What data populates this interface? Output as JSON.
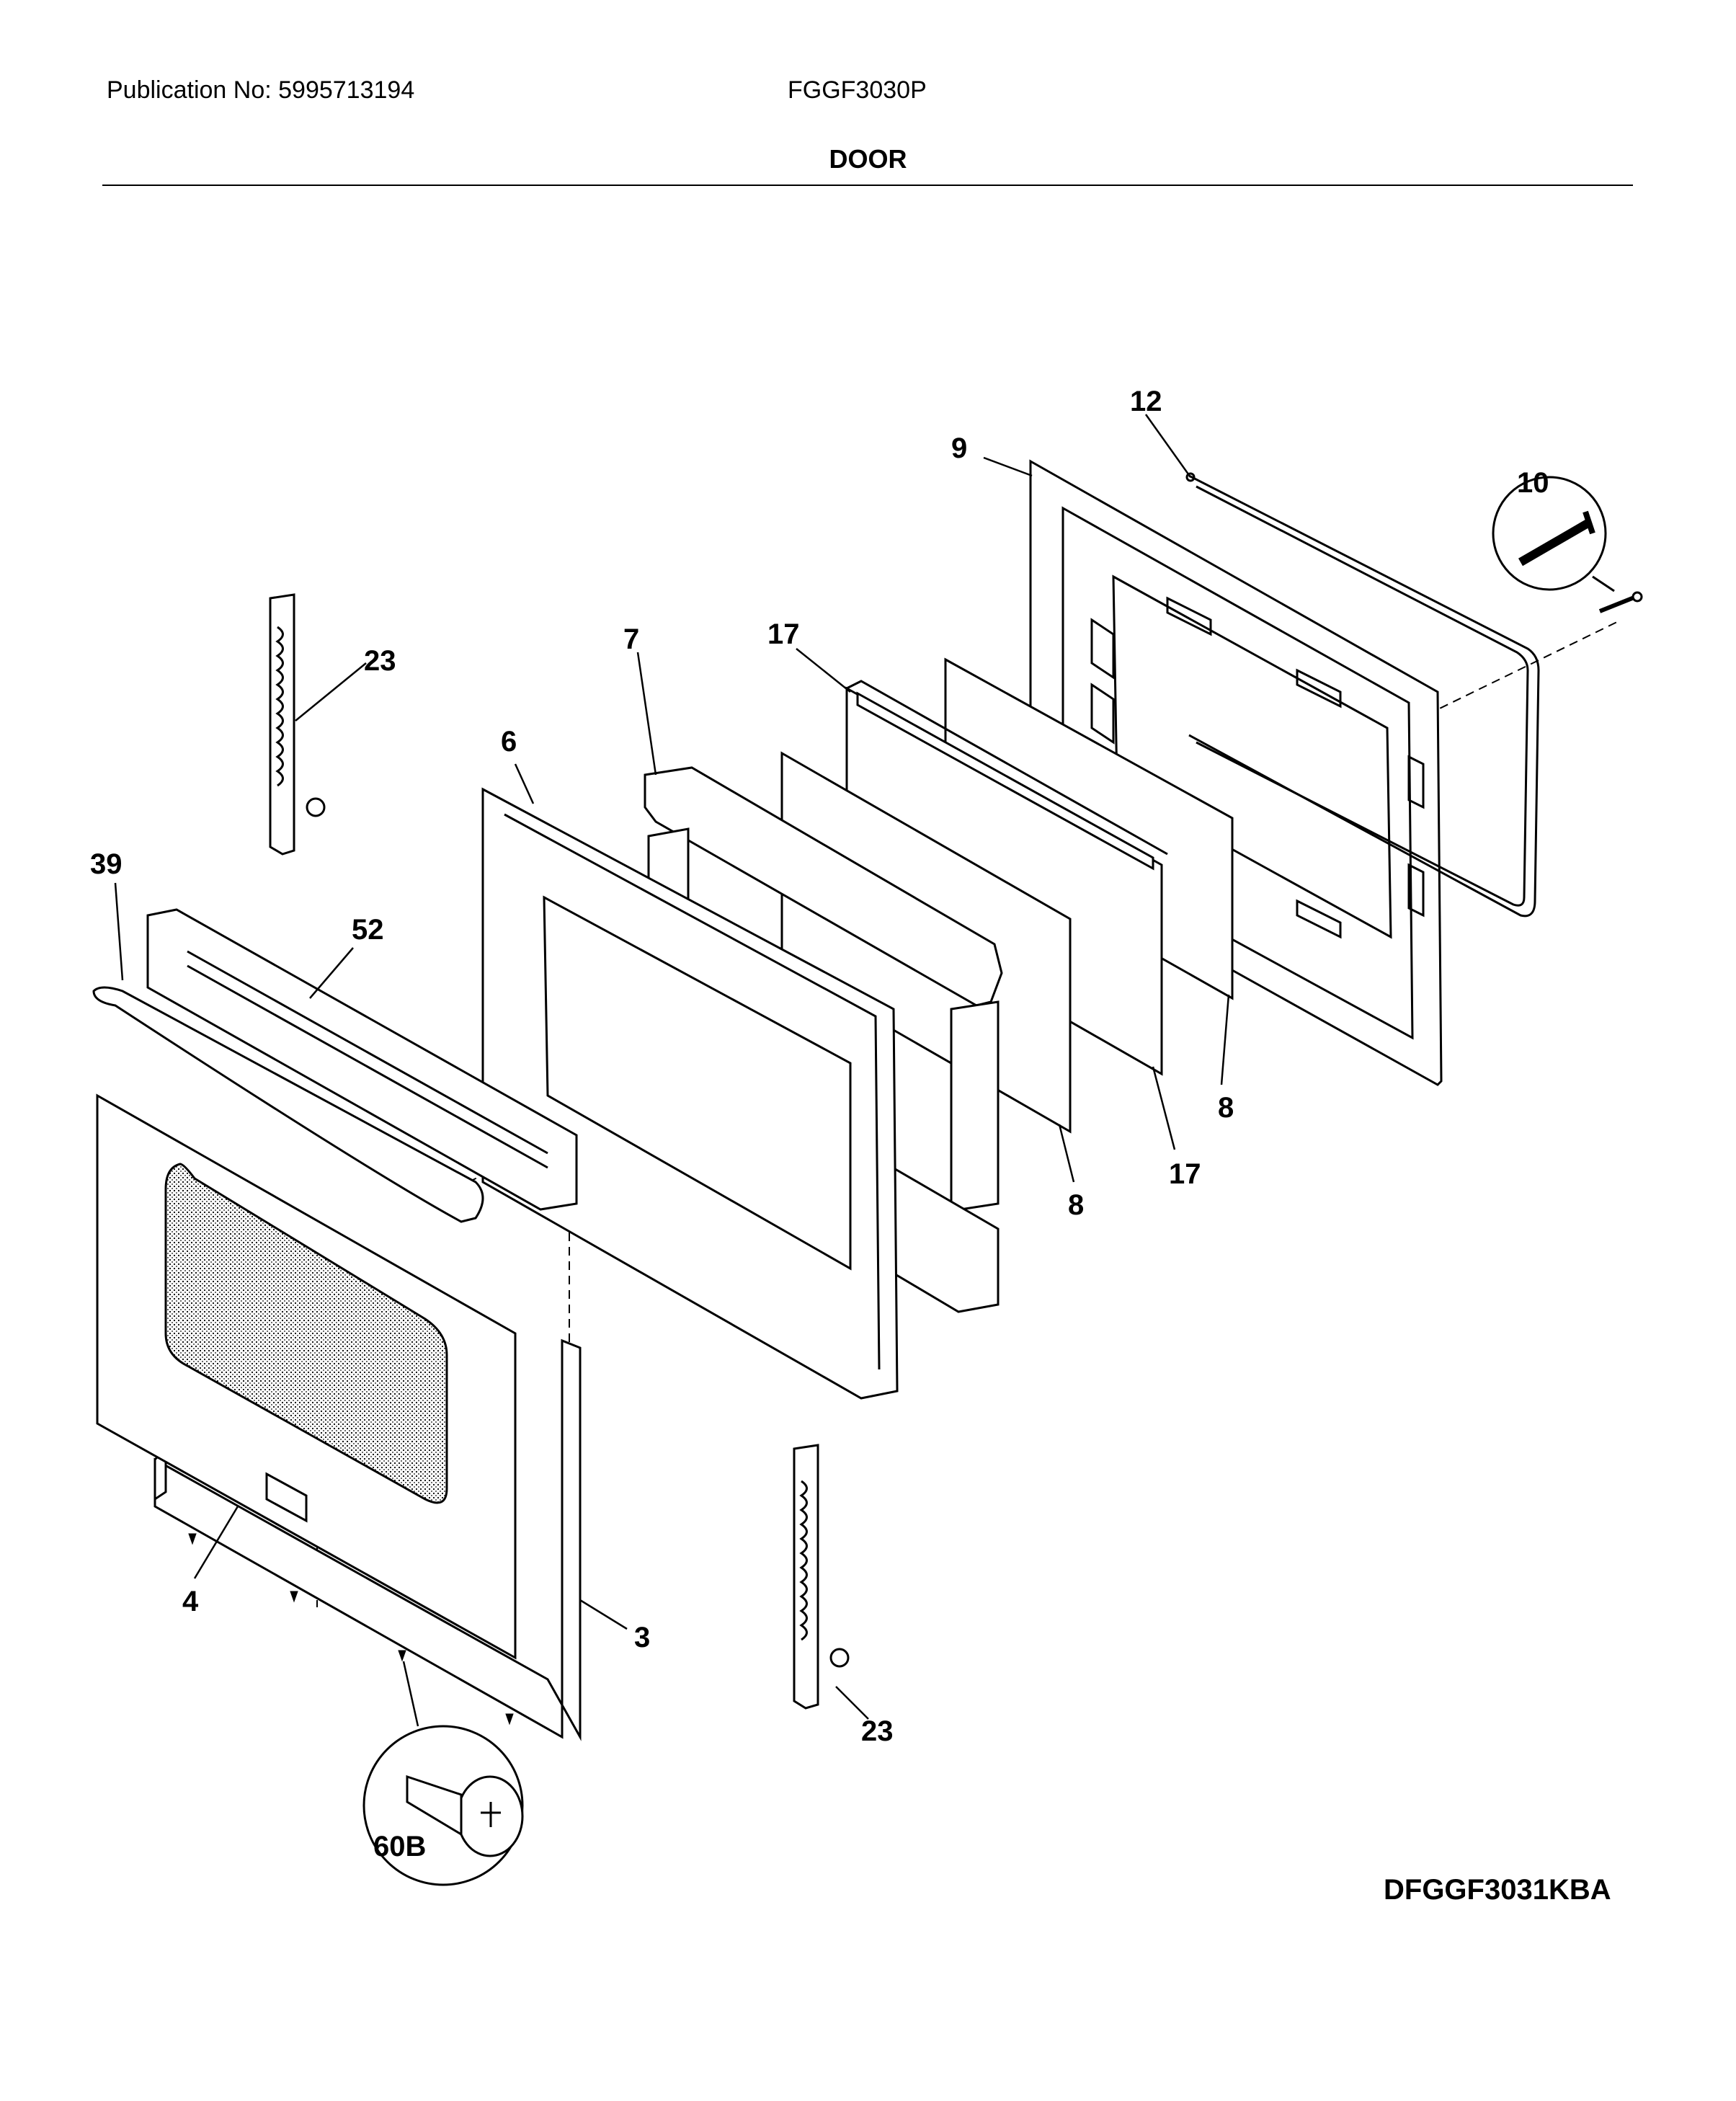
{
  "header": {
    "publication": "Publication No: 5995713194",
    "model": "FGGF3030P",
    "section_title": "DOOR"
  },
  "callouts": {
    "c12": "12",
    "c9": "9",
    "c10": "10",
    "c23_top": "23",
    "c7": "7",
    "c17_top": "17",
    "c6": "6",
    "c39": "39",
    "c52": "52",
    "c8_right": "8",
    "c17_bottom": "17",
    "c8_left": "8",
    "c4": "4",
    "c3": "3",
    "c23_bottom": "23",
    "c60b": "60B"
  },
  "diagram_code": "DFGGF3031KBA"
}
